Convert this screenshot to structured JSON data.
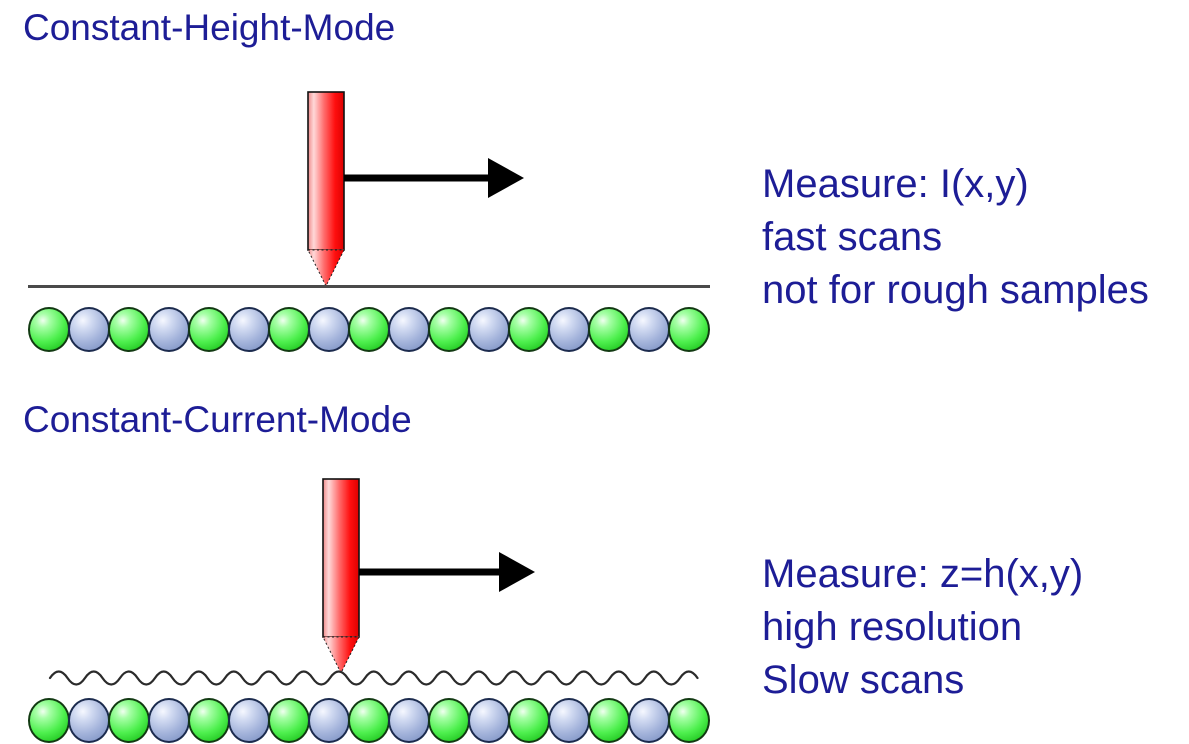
{
  "slide": {
    "background": "#ffffff"
  },
  "colors": {
    "text_navy": "#1d1d96",
    "tip_red": "#ff0f0f",
    "tip_highlight": "#ffd8d8",
    "arrow_black": "#000000",
    "surface_gray": "#4a4a4a",
    "atom_green": "#44ee44",
    "atom_blue": "#9fafd9"
  },
  "sections": [
    {
      "title": "Constant-Height-Mode",
      "surface_type": "flat-line",
      "notes": [
        "Measure: I(x,y)",
        "fast scans",
        "not for rough samples"
      ]
    },
    {
      "title": "Constant-Current-Mode",
      "surface_type": "corrugated-wavy-line",
      "notes": [
        "Measure: z=h(x,y)",
        "high resolution",
        "Slow scans"
      ]
    }
  ],
  "atoms": {
    "count_per_row": 17,
    "pattern": [
      "green",
      "blue",
      "green",
      "blue",
      "green",
      "blue",
      "green",
      "blue",
      "green",
      "blue",
      "green",
      "blue",
      "green",
      "blue",
      "green",
      "blue",
      "green"
    ]
  }
}
